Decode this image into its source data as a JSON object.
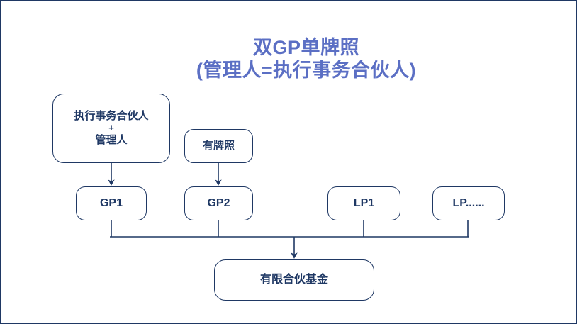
{
  "title": {
    "line1": "双GP单牌照",
    "line2": "(管理人=执行事务合伙人)",
    "color": "#5B6FC4"
  },
  "theme": {
    "stroke": "#1F3864",
    "node_text": "#1F3864",
    "background": "#FFFFFF",
    "frame_border": "#1F3864"
  },
  "nodes": {
    "role": {
      "line1": "执行事务合伙人",
      "plus": "+",
      "line2": "管理人"
    },
    "license": {
      "label": "有牌照"
    },
    "gp1": {
      "label": "GP1"
    },
    "gp2": {
      "label": "GP2"
    },
    "lp1": {
      "label": "LP1"
    },
    "lpn": {
      "label": "LP......"
    },
    "fund": {
      "label": "有限合伙基金"
    }
  },
  "connections": [
    {
      "from": "role",
      "to": "gp1",
      "type": "arrow"
    },
    {
      "from": "license",
      "to": "gp2",
      "type": "arrow"
    },
    {
      "from": "gp1",
      "to": "bus",
      "type": "line"
    },
    {
      "from": "gp2",
      "to": "bus",
      "type": "line"
    },
    {
      "from": "lp1",
      "to": "bus",
      "type": "line"
    },
    {
      "from": "lpn",
      "to": "bus",
      "type": "line"
    },
    {
      "from": "bus",
      "to": "fund",
      "type": "arrow"
    }
  ]
}
